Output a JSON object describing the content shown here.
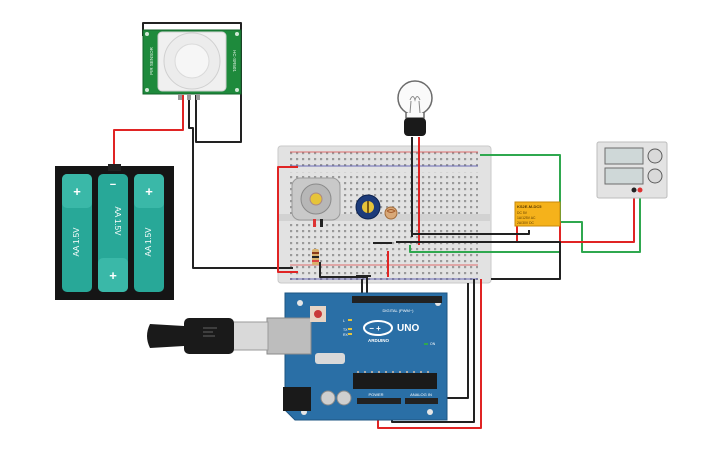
{
  "pir_sensor": {
    "left_text": "PIR SENSOR",
    "right_text": "HC-SR501"
  },
  "battery_pack": {
    "cells": [
      {
        "label": "AA 1.5V",
        "top_sign": "+",
        "bottom_sign": ""
      },
      {
        "label": "AA 1.5V",
        "top_sign": "−",
        "bottom_sign": "+"
      },
      {
        "label": "AA 1.5V",
        "top_sign": "+",
        "bottom_sign": ""
      }
    ]
  },
  "relay": {
    "lines": [
      "KS2E-M-DC5",
      "DC 5V",
      "1A/125V AC",
      "2A/30V DC"
    ]
  },
  "arduino": {
    "logo_text": "ARDUINO",
    "model": "UNO",
    "digital_header": "DIGITAL (PWM~)",
    "power_label": "POWER",
    "analog_label": "ANALOG IN",
    "led_labels": [
      "L",
      "TX",
      "RX"
    ],
    "on_label": "ON"
  },
  "colors": {
    "wire_red": "#e02424",
    "wire_black": "#222222",
    "wire_green": "#2fa84f",
    "arduino_blue": "#2a6fa6",
    "battery_teal": "#28a898",
    "pir_green": "#1e8a3c",
    "relay_yellow": "#f5b21b"
  },
  "icons": [
    "lightbulb-icon",
    "motor-icon",
    "potentiometer-icon",
    "photoresistor-icon",
    "usb-cable-icon"
  ]
}
